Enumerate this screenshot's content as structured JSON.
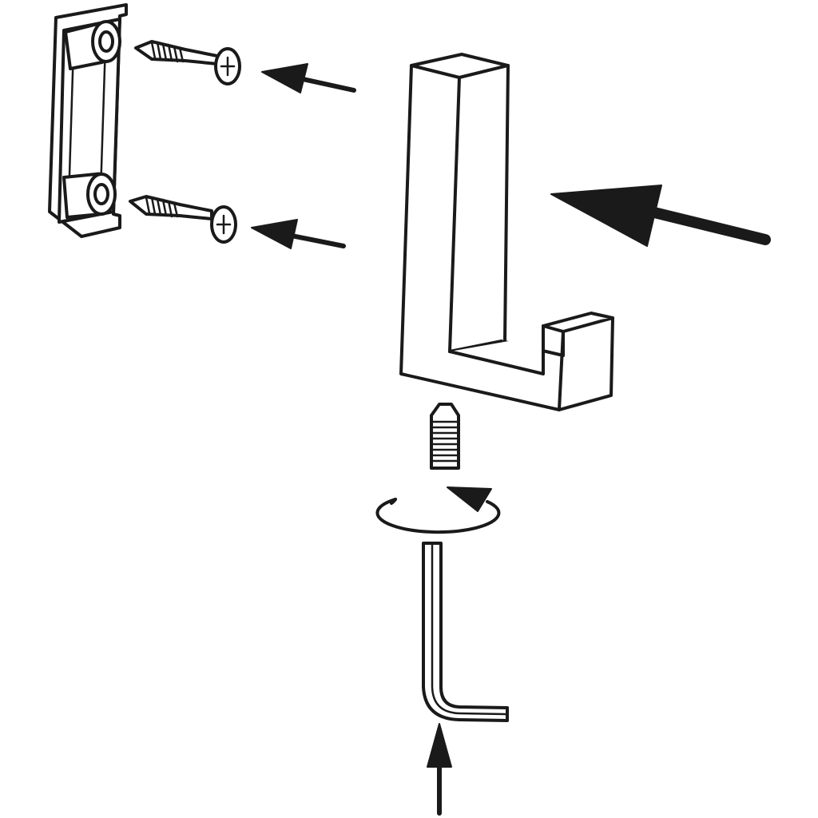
{
  "colors": {
    "stroke": "#1a1a1a",
    "background": "#ffffff"
  },
  "components": [
    "mounting-bracket",
    "wall-screw",
    "wall-screw",
    "hook",
    "set-screw",
    "hex-key"
  ]
}
